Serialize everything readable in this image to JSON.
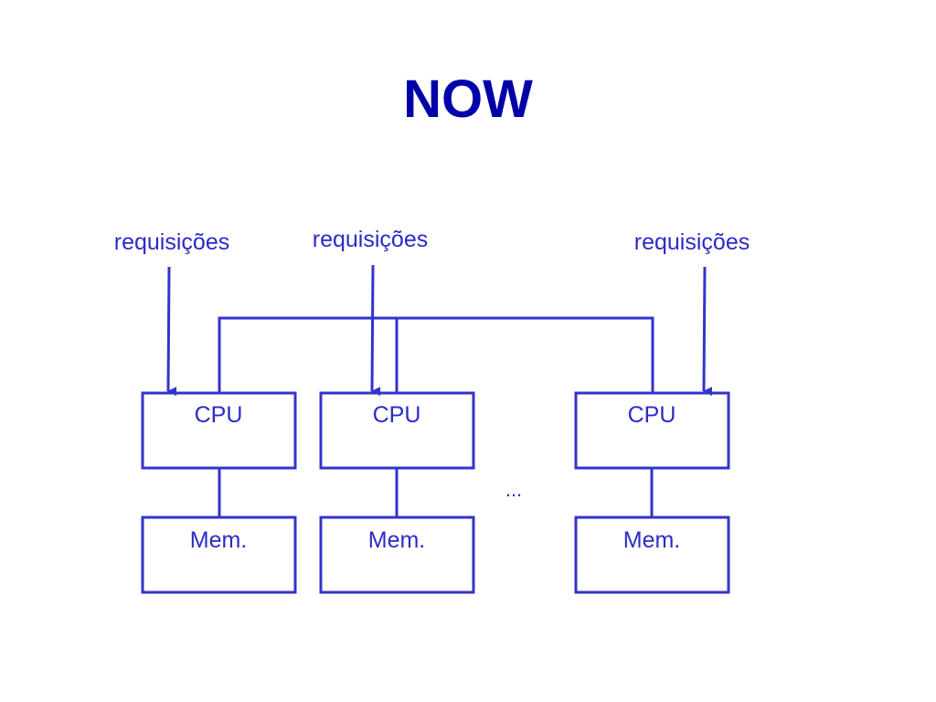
{
  "slide": {
    "title": "NOW"
  },
  "diagram": {
    "nodes": [
      {
        "id": "cpu1",
        "label": "CPU"
      },
      {
        "id": "cpu2",
        "label": "CPU"
      },
      {
        "id": "cpu3",
        "label": "CPU"
      },
      {
        "id": "mem1",
        "label": "Mem."
      },
      {
        "id": "mem2",
        "label": "Mem."
      },
      {
        "id": "mem3",
        "label": "Mem."
      }
    ],
    "request_labels": [
      "requisições",
      "requisições",
      "requisições"
    ],
    "ellipsis": "...",
    "edges": [
      {
        "from": "requisições-1",
        "to": "cpu1",
        "type": "arrow"
      },
      {
        "from": "requisições-2",
        "to": "cpu2",
        "type": "arrow"
      },
      {
        "from": "requisições-3",
        "to": "cpu3",
        "type": "arrow"
      },
      {
        "from": "cpu1",
        "to": "mem1",
        "type": "line"
      },
      {
        "from": "cpu2",
        "to": "mem2",
        "type": "line"
      },
      {
        "from": "cpu3",
        "to": "mem3",
        "type": "line"
      },
      {
        "from": "cpu1",
        "to": "network-bus",
        "type": "line"
      },
      {
        "from": "cpu2",
        "to": "network-bus",
        "type": "line"
      },
      {
        "from": "cpu3",
        "to": "network-bus",
        "type": "line"
      }
    ]
  },
  "colors": {
    "title": "#0000a8",
    "stroke": "#3333cc",
    "text": "#2b2bc8",
    "background": "#ffffff"
  }
}
